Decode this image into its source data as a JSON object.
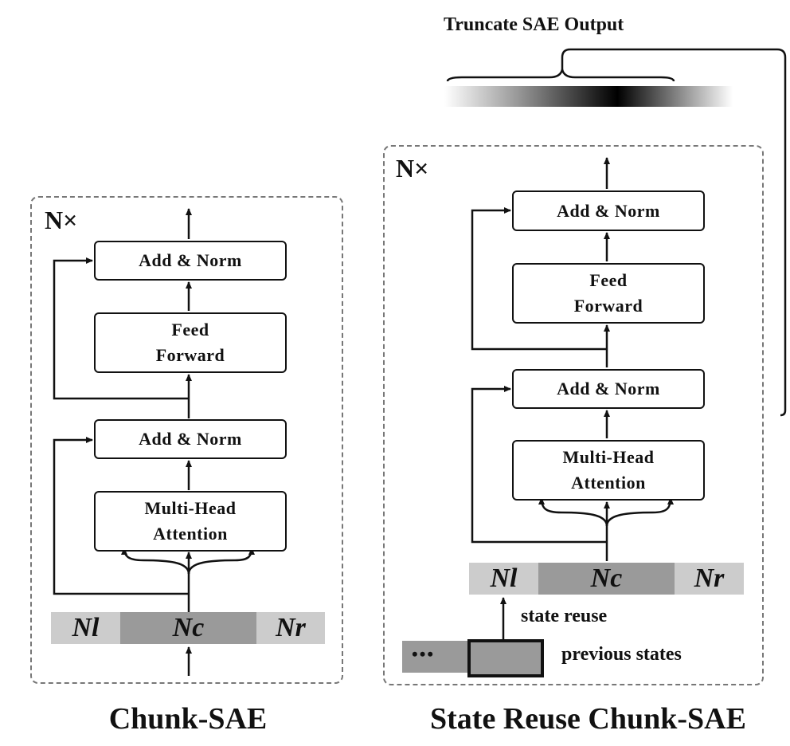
{
  "left_panel": {
    "repeat": "N×",
    "add_norm_top": "Add & Norm",
    "feed_forward": "Feed\nForward",
    "add_norm_bottom": "Add & Norm",
    "attention": "Multi-Head\nAttention",
    "segments": {
      "left": "Nl",
      "center": "Nc",
      "right": "Nr"
    },
    "caption": "Chunk-SAE"
  },
  "right_panel": {
    "repeat": "N×",
    "add_norm_top": "Add & Norm",
    "feed_forward": "Feed\nForward",
    "add_norm_bottom": "Add & Norm",
    "attention": "Multi-Head\nAttention",
    "segments": {
      "left": "Nl",
      "center": "Nc",
      "right": "Nr"
    },
    "state_reuse": "state reuse",
    "prev_dots": "•••",
    "previous_states": "previous states",
    "caption": "State Reuse Chunk-SAE"
  },
  "truncate_label": "Truncate SAE Output",
  "colors": {
    "seg_light": "#cccccc",
    "seg_dark": "#9a9a9a",
    "dash": "#777777"
  }
}
